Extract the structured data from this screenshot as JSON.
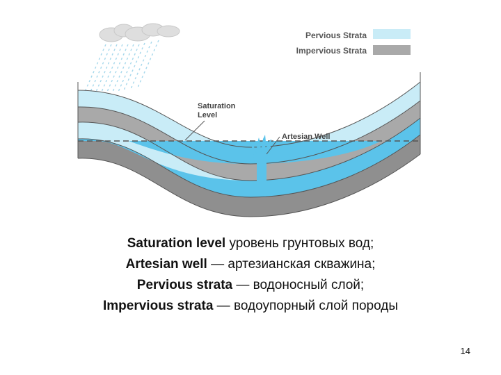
{
  "legend": {
    "pervious": {
      "label": "Pervious Strata",
      "color": "#c9ecf7"
    },
    "impervious": {
      "label": "Impervious Strata",
      "color": "#a9a9a9"
    }
  },
  "callouts": {
    "saturation_level": [
      "Saturation",
      "Level"
    ],
    "artesian_well": "Artesian Well"
  },
  "colors": {
    "water": "#5bc3ea",
    "impervious_dark": "#8f8f8f",
    "line": "#555555"
  },
  "caption": [
    {
      "term": "Saturation level",
      "separator": " ",
      "definition": "уровень грунтовых вод;"
    },
    {
      "term": "Artesian well",
      "separator": " — ",
      "definition": "артезианская скважина;"
    },
    {
      "term": "Pervious strata",
      "separator": " — ",
      "definition": "водоносный слой;"
    },
    {
      "term": "Impervious strata",
      "separator": " — ",
      "definition": "водоупорный слой породы"
    }
  ],
  "page_number": "14"
}
